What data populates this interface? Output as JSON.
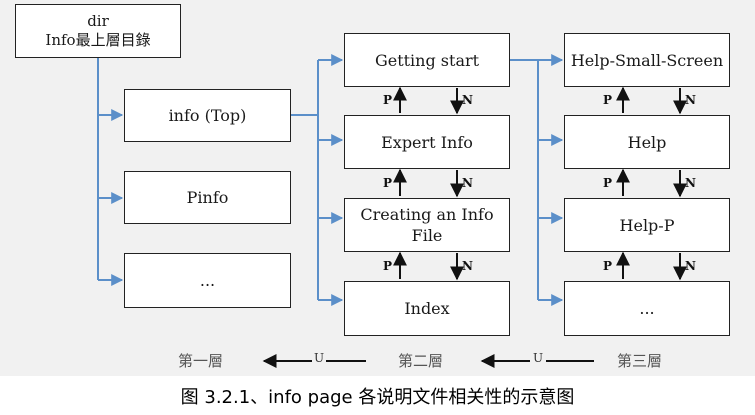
{
  "diagram": {
    "nodes": {
      "dir": "dir\nInfo最上層目錄",
      "info_top": "info (Top)",
      "pinfo": "Pinfo",
      "more1": "...",
      "getting_start": "Getting start",
      "expert_info": "Expert Info",
      "creating_info_file": "Creating an Info\nFile",
      "index": "Index",
      "help_small_screen": "Help-Small-Screen",
      "help": "Help",
      "help_p": "Help-P",
      "more3": "..."
    },
    "link_labels": {
      "prev": "P",
      "next": "N",
      "up": "U"
    },
    "levels": {
      "first": "第一層",
      "second": "第二層",
      "third": "第三層"
    },
    "colors": {
      "connector": "#5b8fc9",
      "box_border": "#222222",
      "arrow": "#111111"
    }
  },
  "caption": "图 3.2.1、info page 各说明文件相关性的示意图"
}
